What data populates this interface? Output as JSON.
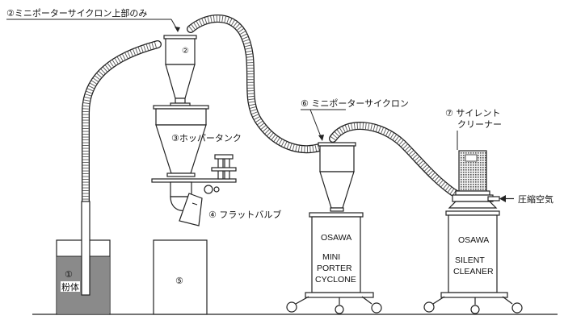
{
  "labels": {
    "mini_porter_top_only": "②ミニポーターサイクロン上部のみ",
    "mini_porter_cyclone": "⑥ ミニポーターサイクロン",
    "silent_cleaner_line1": "⑦ サイレント",
    "silent_cleaner_line2": "クリーナー",
    "hopper_tank": "③ホッパータンク",
    "flap_valve": "④ フラットバルブ",
    "compressed_air": "圧縮空気",
    "powder_marker": "①",
    "powder_text": "粉体",
    "box5": "⑤",
    "upper_cyclone_marker": "②"
  },
  "unit_porter": {
    "brand": "OSAWA",
    "line1": "MINI",
    "line2": "PORTER",
    "line3": "CYCLONE"
  },
  "unit_cleaner": {
    "brand": "OSAWA",
    "line1": "SILENT",
    "line2": "CLEANER"
  },
  "colors": {
    "powder_fill": "#8a8a8a",
    "filter_mesh": "#6e6e6e",
    "line": "#222222"
  }
}
